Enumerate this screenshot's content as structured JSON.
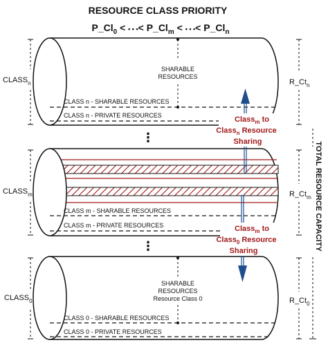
{
  "title": "RESOURCE CLASS PRIORITY",
  "priority": {
    "p1": "P_Cl",
    "s1": "0",
    "lt1": " < ",
    "dots": "• • •",
    "lt2": "< P_Cl",
    "s2": "m",
    "lt3": " < ",
    "lt4": "< P_Cl",
    "s3": "n"
  },
  "vertical_label": "TOTAL RESOURCE CAPACITY",
  "ellipsis": "⋮",
  "classes": [
    {
      "name": "CLASS",
      "sub": "n",
      "capacity": "R_Ct",
      "capacity_sub": "n",
      "sharable_area": [
        "SHARABLE",
        "RESOURCES"
      ],
      "sharable_label": "CLASS n - SHARABLE RESOURCES",
      "private_label": "CLASS n - PRIVATE RESOURCES"
    },
    {
      "name": "CLASS",
      "sub": "m",
      "capacity": "R_Ct",
      "capacity_sub": "m",
      "sharable_label": "CLASS m - SHARABLE RESOURCES",
      "private_label": "CLASS m - PRIVATE RESOURCES"
    },
    {
      "name": "CLASS",
      "sub": "0",
      "capacity": "R_Ct",
      "capacity_sub": "0",
      "sharable_area": [
        "SHARABLE",
        "RESOURCES",
        "Resource Class 0"
      ],
      "sharable_label": "CLASS 0 - SHARABLE RESOURCES",
      "private_label": "CLASS 0 - PRIVATE RESOURCES"
    }
  ],
  "sharing_up": {
    "line1a": "Class",
    "line1sub": "m",
    "line1b": " to",
    "line2a": "Class",
    "line2sub": "n",
    "line2b": " Resource",
    "line3": "Sharing"
  },
  "sharing_down": {
    "line1a": "Class",
    "line1sub": "m",
    "line1b": " to",
    "line2a": "Class",
    "line2sub": "0",
    "line2b": " Resource",
    "line3": "Sharing"
  },
  "colors": {
    "red": "#a11919",
    "arrow": "#1f4e8c",
    "line": "#111111"
  }
}
